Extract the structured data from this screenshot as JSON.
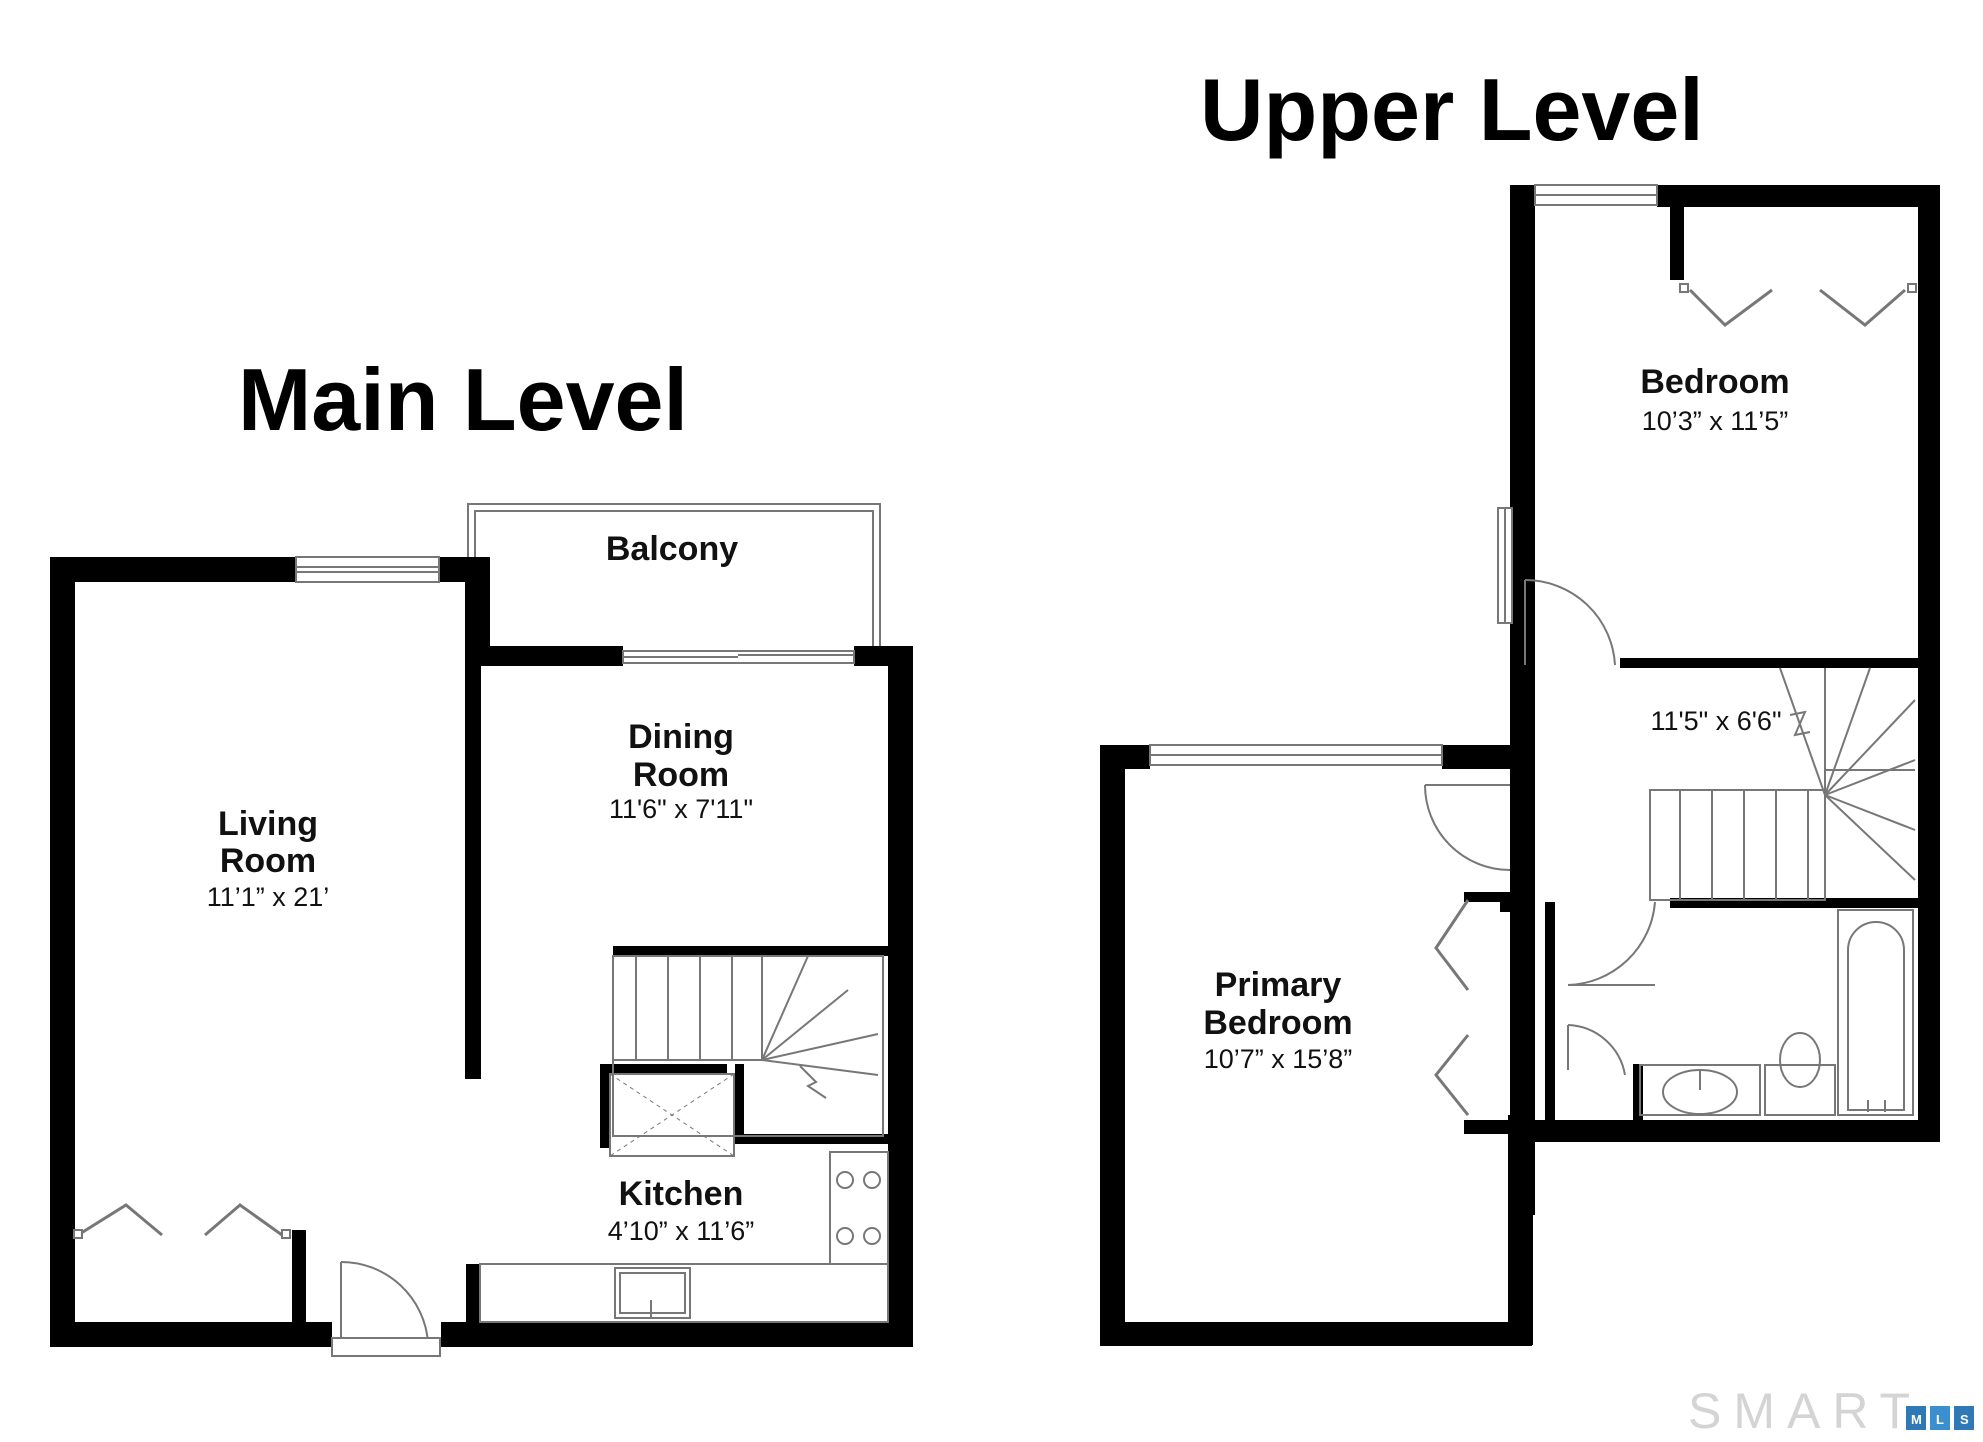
{
  "titles": {
    "main_level": "Main Level",
    "upper_level": "Upper Level"
  },
  "rooms": {
    "balcony": {
      "name": "Balcony"
    },
    "living_room": {
      "name_line1": "Living",
      "name_line2": "Room",
      "dims": "11’1” x 21’"
    },
    "dining_room": {
      "name_line1": "Dining",
      "name_line2": "Room",
      "dims": "11'6\" x 7'11\""
    },
    "kitchen": {
      "name": "Kitchen",
      "dims": "4’10” x 11’6”"
    },
    "bedroom": {
      "name": "Bedroom",
      "dims": "10’3” x 11’5”"
    },
    "hallway": {
      "dims": "11'5\" x 6'6\""
    },
    "primary_bedroom": {
      "name_line1": "Primary",
      "name_line2": "Bedroom",
      "dims": "10’7” x 15’8”"
    }
  },
  "logo": {
    "text": "SMART",
    "badge_letters": [
      "M",
      "L",
      "S"
    ],
    "colors": {
      "text": "#d4d4d4",
      "badge_m": "#2e79b6",
      "badge_l": "#3b8fce",
      "badge_s": "#2e79b6"
    }
  },
  "colors": {
    "wall": "#000000",
    "fixture": "#777777",
    "background": "#ffffff"
  }
}
